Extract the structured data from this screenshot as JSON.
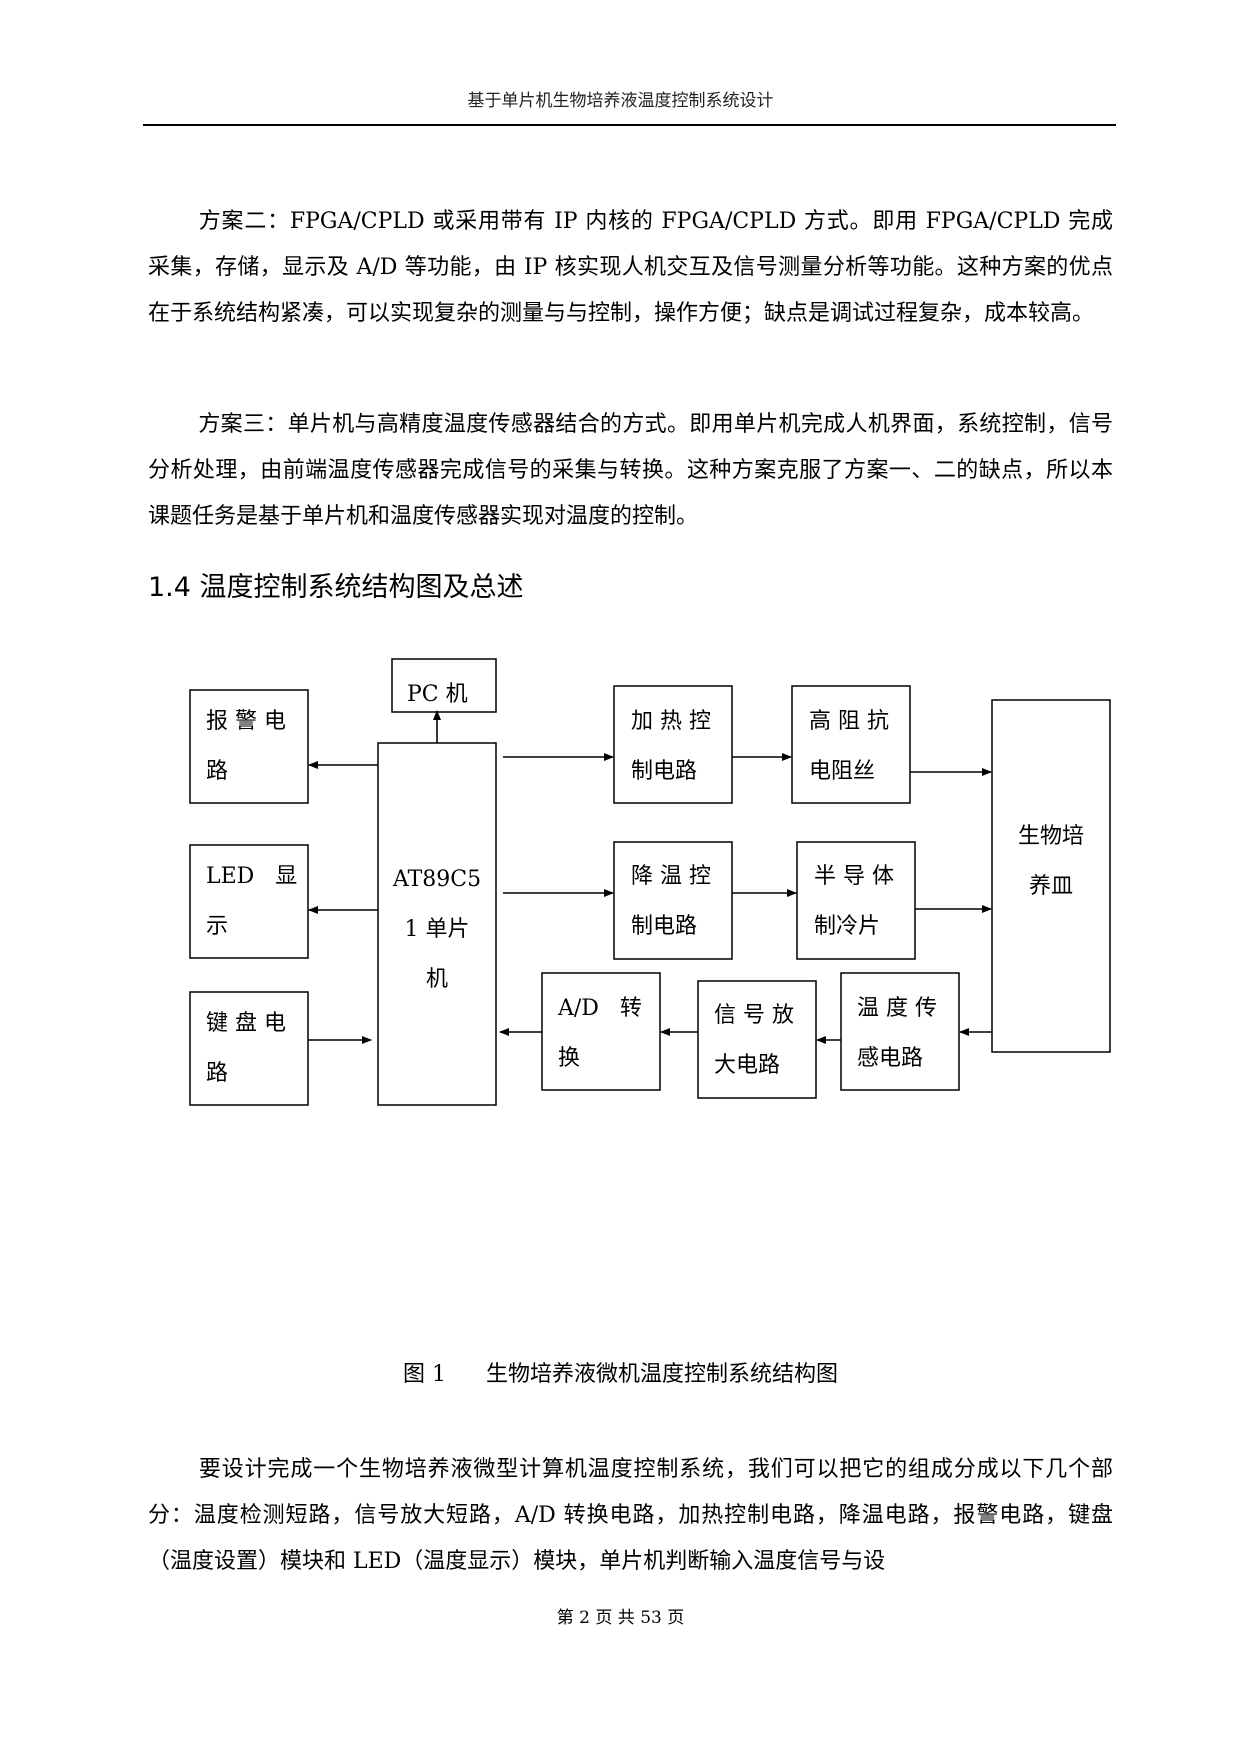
{
  "header": {
    "title": "基于单片机生物培养液温度控制系统设计"
  },
  "paragraphs": [
    "方案二：FPGA/CPLD 或采用带有 IP 内核的 FPGA/CPLD 方式。即用 FPGA/CPLD 完成采集，存储，显示及 A/D 等功能，由 IP 核实现人机交互及信号测量分析等功能。这种方案的优点在于系统结构紧凑，可以实现复杂的测量与与控制，操作方便；缺点是调试过程复杂，成本较高。",
    "方案三：单片机与高精度温度传感器结合的方式。即用单片机完成人机界面，系统控制，信号分析处理，由前端温度传感器完成信号的采集与转换。这种方案克服了方案一、二的缺点，所以本课题任务是基于单片机和温度传感器实现对温度的控制。",
    "要设计完成一个生物培养液微型计算机温度控制系统，我们可以把它的组成分成以下几个部分：温度检测短路，信号放大短路，A/D 转换电路，加热控制电路，降温电路，报警电路，键盘（温度设置）模块和 LED（温度显示）模块，单片机判断输入温度信号与设"
  ],
  "section": {
    "heading": "1.4 温度控制系统结构图及总述"
  },
  "diagram": {
    "blocks": {
      "alarm": [
        "报 警 电",
        "路"
      ],
      "pc": [
        "PC 机"
      ],
      "led": [
        "LED   显",
        "示"
      ],
      "keyboard": [
        "键 盘 电",
        "路"
      ],
      "mcu": [
        "AT89C5",
        "1 单片",
        "机"
      ],
      "heat_ctrl": [
        "加 热 控",
        "制电路"
      ],
      "resistor": [
        "高 阻 抗",
        "电阻丝"
      ],
      "cool_ctrl": [
        "降 温 控",
        "制电路"
      ],
      "peltier": [
        "半 导 体",
        "制冷片"
      ],
      "dish": [
        "生物培",
        "养皿"
      ],
      "adc": [
        "A/D   转",
        "换"
      ],
      "amp": [
        "信 号 放",
        "大电路"
      ],
      "sensor": [
        "温 度 传",
        "感电路"
      ]
    }
  },
  "caption": {
    "number": "图 1",
    "title": "生物培养液微机温度控制系统结构图"
  },
  "footer": {
    "page": "第 2 页 共 53 页"
  }
}
